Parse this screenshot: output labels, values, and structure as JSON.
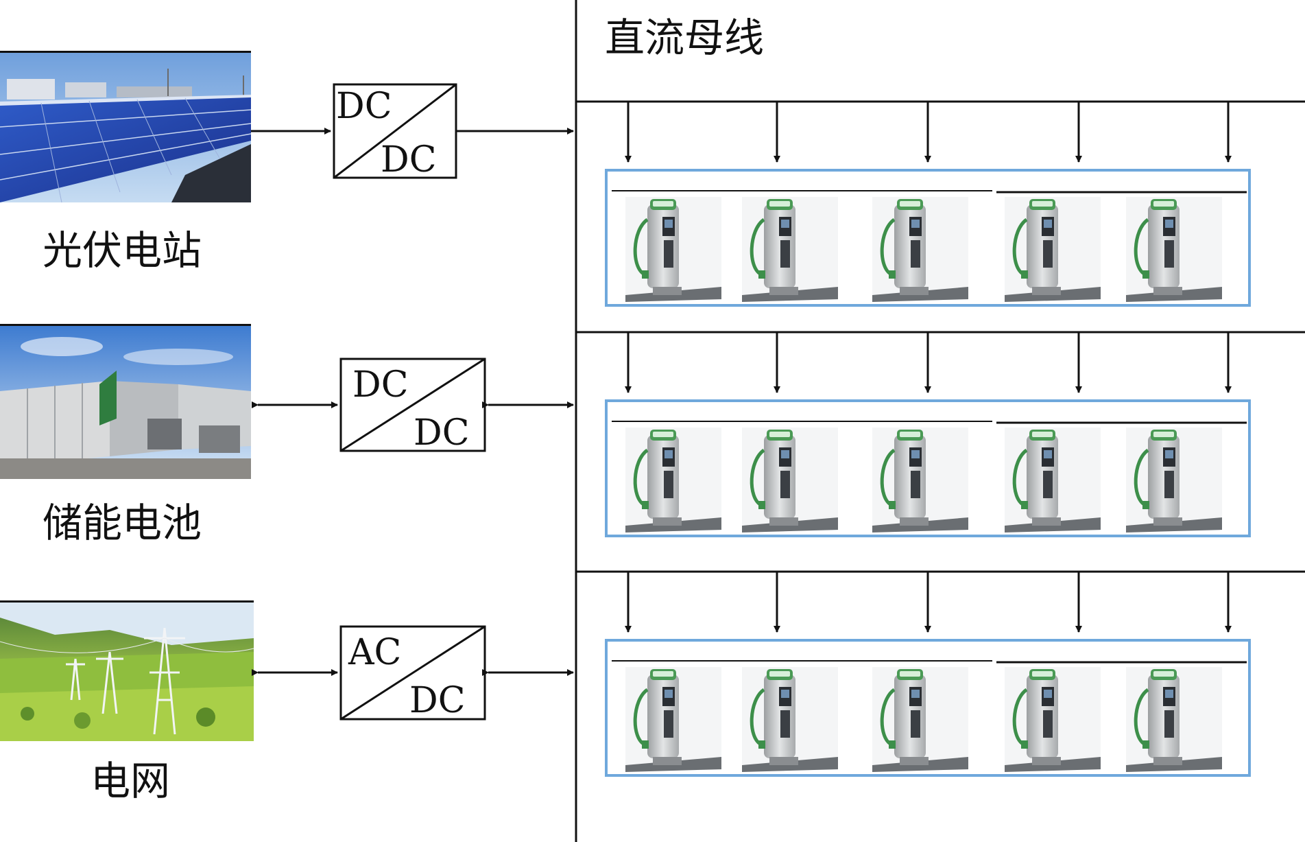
{
  "bus_label": "直流母线",
  "sources": [
    {
      "label": "光伏电站",
      "photo": "solar-panels-photo",
      "converter_top": "DC",
      "converter_bottom": "DC",
      "flow": "one-way"
    },
    {
      "label": "储能电池",
      "photo": "battery-storage-photo",
      "converter_top": "DC",
      "converter_bottom": "DC",
      "flow": "two-way"
    },
    {
      "label": "电网",
      "photo": "power-grid-photo",
      "converter_top": "AC",
      "converter_bottom": "DC",
      "flow": "two-way"
    }
  ],
  "charger_groups": [
    {
      "chargers": 5
    },
    {
      "chargers": 5
    },
    {
      "chargers": 5
    }
  ],
  "colors": {
    "line": "#111111",
    "group_border": "#6fa8dc",
    "charger_body": "#c9cbcc",
    "charger_accent": "#3a9a4a",
    "solar_panel": "#2140a8",
    "sky": "#8fb8e6",
    "grass": "#7fae3c"
  }
}
